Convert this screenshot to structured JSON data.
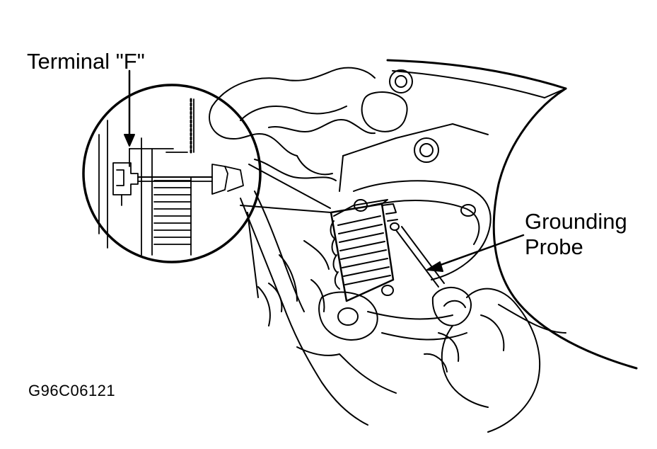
{
  "labels": {
    "terminal_f": "Terminal \"F\"",
    "grounding_line1": "Grounding",
    "grounding_line2": "Probe",
    "figure_code": "G96C06121"
  },
  "colors": {
    "ink": "#000000",
    "paper": "#ffffff"
  }
}
